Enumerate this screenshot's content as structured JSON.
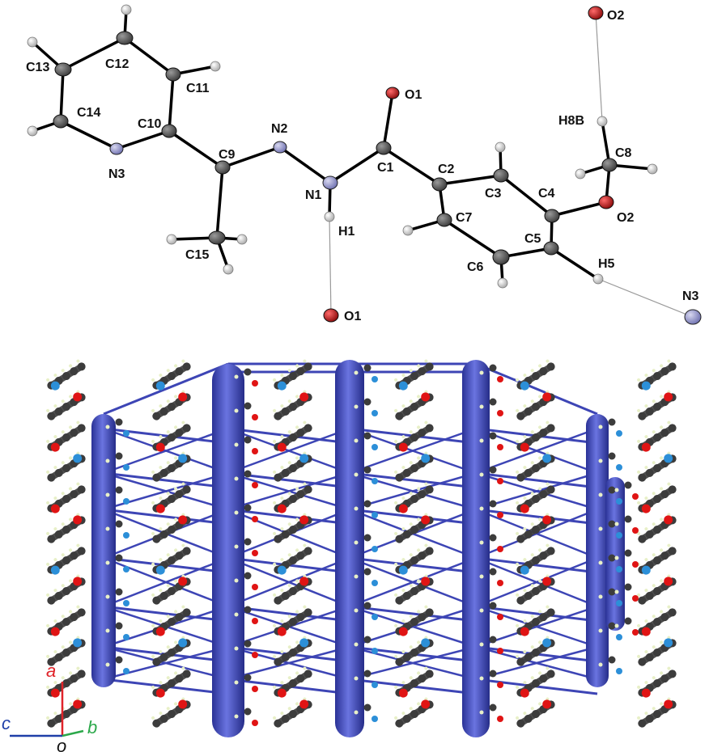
{
  "panel_a": {
    "atom_labels": {
      "O2_top": "O2",
      "C13": "C13",
      "C12": "C12",
      "C11": "C11",
      "C14": "C14",
      "C10": "C10",
      "N2": "N2",
      "O1_top": "O1",
      "H8B": "H8B",
      "C8": "C8",
      "N3_left": "N3",
      "C9": "C9",
      "N1": "N1",
      "C1": "C1",
      "C2": "C2",
      "C3": "C3",
      "C4": "C4",
      "O2_right": "O2",
      "C7": "C7",
      "H1": "H1",
      "C5": "C5",
      "C15": "C15",
      "C6": "C6",
      "H5": "H5",
      "N3_right": "N3",
      "O1_bottom": "O1"
    },
    "element_colors": {
      "carbon": "#5a5a5a",
      "nitrogen": "#8f90c8",
      "oxygen": "#c21818",
      "hydrogen": "#d8d8d8"
    }
  },
  "panel_b": {
    "axis_labels": {
      "a": "a",
      "b": "b",
      "c": "c",
      "origin": "o"
    },
    "axis_colors": {
      "a": "#e0232a",
      "b": "#2ba84a",
      "c": "#1f3fa8"
    },
    "colors": {
      "framework_rod": "#3f48b9",
      "framework_line": "#3d45b5",
      "carbon": "#3c3c3c",
      "nitrogen": "#2c8fd8",
      "oxygen": "#e01414",
      "hydrogen": "#e8f0c8"
    }
  }
}
